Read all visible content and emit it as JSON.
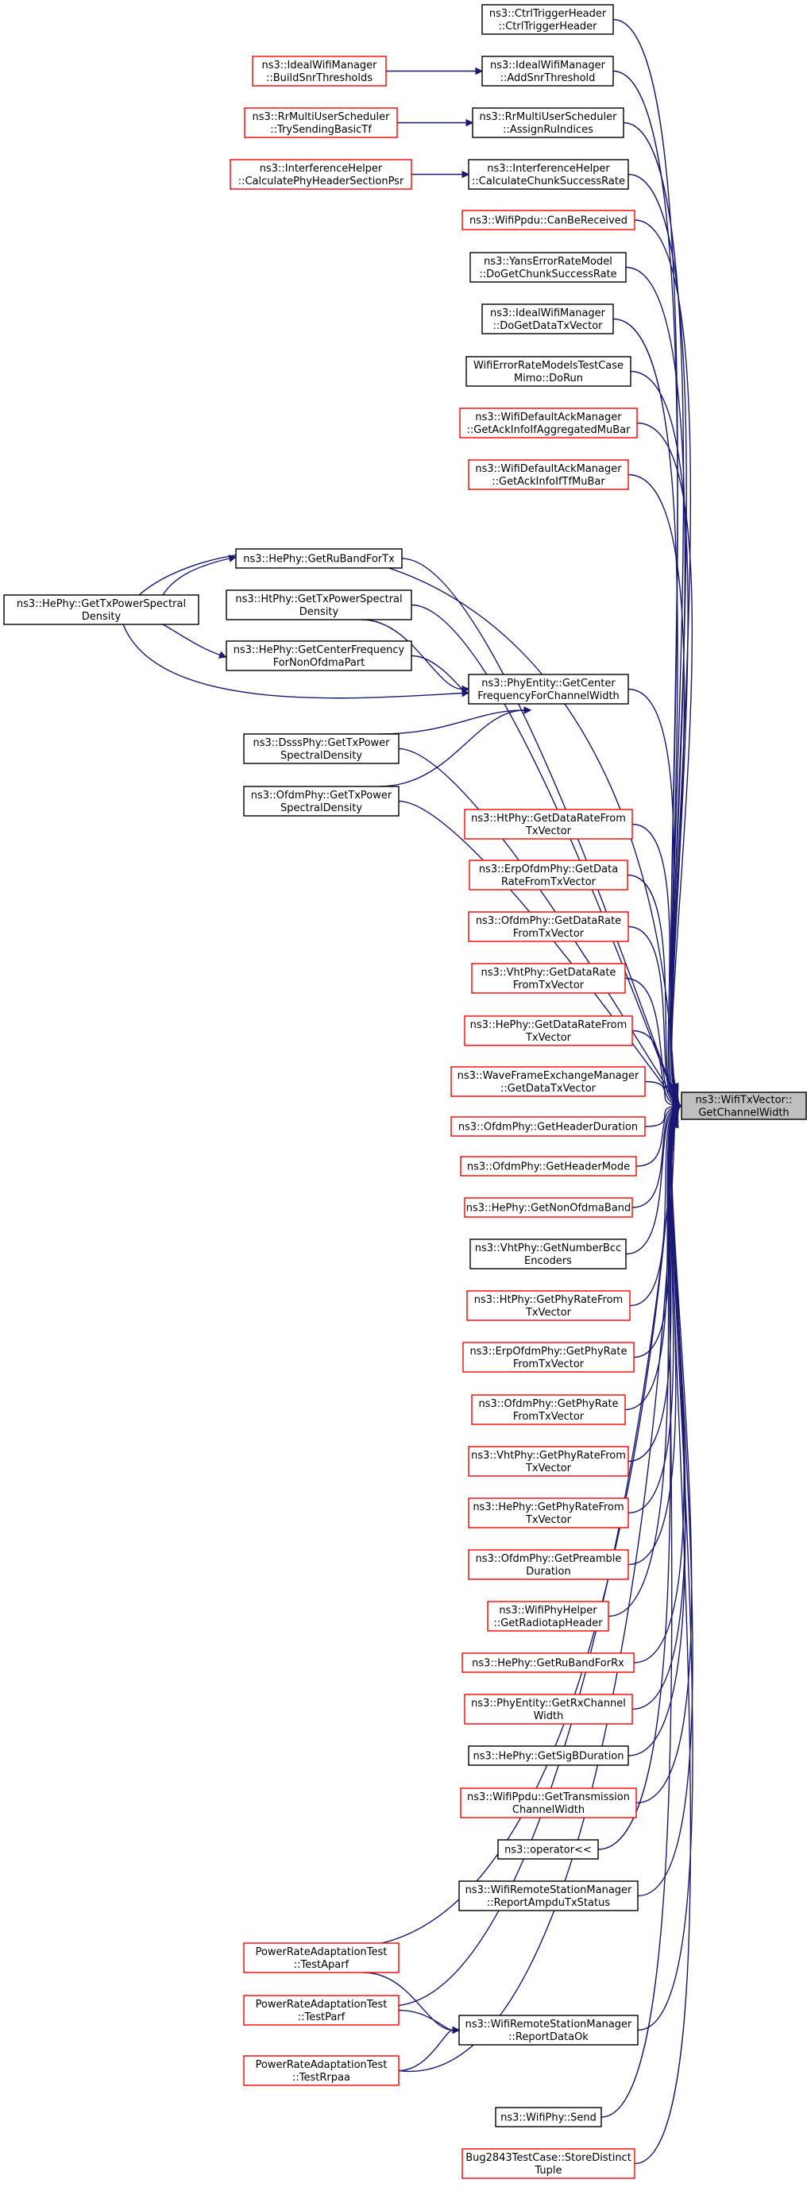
{
  "diagram": {
    "kind": "doxygen-caller-graph",
    "colors": {
      "edge": "#191970",
      "node_border_documented": "#000000",
      "node_border_undocumented": "#ff0000",
      "node_fill": "#ffffff",
      "target_fill": "#bfbfbf",
      "text": "#000000"
    },
    "target": {
      "id": "target",
      "lines": [
        "ns3::WifiTxVector::",
        "GetChannelWidth"
      ]
    },
    "nodes": [
      {
        "id": "n_ctrltrigger",
        "lines": [
          "ns3::CtrlTriggerHeader",
          "::CtrlTriggerHeader"
        ],
        "border": "black"
      },
      {
        "id": "n_addsnr",
        "lines": [
          "ns3::IdealWifiManager",
          "::AddSnrThreshold"
        ],
        "border": "black"
      },
      {
        "id": "n_buildsnr",
        "lines": [
          "ns3::IdealWifiManager",
          "::BuildSnrThresholds"
        ],
        "border": "red"
      },
      {
        "id": "n_assignru",
        "lines": [
          "ns3::RrMultiUserScheduler",
          "::AssignRuIndices"
        ],
        "border": "black"
      },
      {
        "id": "n_trysending",
        "lines": [
          "ns3::RrMultiUserScheduler",
          "::TrySendingBasicTf"
        ],
        "border": "red"
      },
      {
        "id": "n_calcchunk",
        "lines": [
          "ns3::InterferenceHelper",
          "::CalculateChunkSuccessRate"
        ],
        "border": "black"
      },
      {
        "id": "n_calcphyhdr",
        "lines": [
          "ns3::InterferenceHelper",
          "::CalculatePhyHeaderSectionPsr"
        ],
        "border": "red"
      },
      {
        "id": "n_canbereceived",
        "lines": [
          "ns3::WifiPpdu::CanBeReceived"
        ],
        "border": "red"
      },
      {
        "id": "n_yans",
        "lines": [
          "ns3::YansErrorRateModel",
          "::DoGetChunkSuccessRate"
        ],
        "border": "black"
      },
      {
        "id": "n_idealdata",
        "lines": [
          "ns3::IdealWifiManager",
          "::DoGetDataTxVector"
        ],
        "border": "black"
      },
      {
        "id": "n_errmodels",
        "lines": [
          "WifiErrorRateModelsTestCase",
          "Mimo::DoRun"
        ],
        "border": "black"
      },
      {
        "id": "n_ackaggr",
        "lines": [
          "ns3::WifiDefaultAckManager",
          "::GetAckInfoIfAggregatedMuBar"
        ],
        "border": "red"
      },
      {
        "id": "n_acktf",
        "lines": [
          "ns3::WifiDefaultAckManager",
          "::GetAckInfoIfTfMuBar"
        ],
        "border": "red"
      },
      {
        "id": "n_hepsd",
        "lines": [
          "ns3::HePhy::GetTxPowerSpectral",
          "Density"
        ],
        "border": "black"
      },
      {
        "id": "n_heruband",
        "lines": [
          "ns3::HePhy::GetRuBandForTx"
        ],
        "border": "black"
      },
      {
        "id": "n_htpsd",
        "lines": [
          "ns3::HtPhy::GetTxPowerSpectral",
          "Density"
        ],
        "border": "black"
      },
      {
        "id": "n_hecenter",
        "lines": [
          "ns3::HePhy::GetCenterFrequency",
          "ForNonOfdmaPart"
        ],
        "border": "black"
      },
      {
        "id": "n_phyentity",
        "lines": [
          "ns3::PhyEntity::GetCenter",
          "FrequencyForChannelWidth"
        ],
        "border": "black"
      },
      {
        "id": "n_dssspsd",
        "lines": [
          "ns3::DsssPhy::GetTxPower",
          "SpectralDensity"
        ],
        "border": "black"
      },
      {
        "id": "n_ofdmpsd",
        "lines": [
          "ns3::OfdmPhy::GetTxPower",
          "SpectralDensity"
        ],
        "border": "black"
      },
      {
        "id": "n_htdatarate",
        "lines": [
          "ns3::HtPhy::GetDataRateFrom",
          "TxVector"
        ],
        "border": "red"
      },
      {
        "id": "n_erpdatarate",
        "lines": [
          "ns3::ErpOfdmPhy::GetData",
          "RateFromTxVector"
        ],
        "border": "red"
      },
      {
        "id": "n_ofdmdatarate",
        "lines": [
          "ns3::OfdmPhy::GetDataRate",
          "FromTxVector"
        ],
        "border": "red"
      },
      {
        "id": "n_vhtdatarate",
        "lines": [
          "ns3::VhtPhy::GetDataRate",
          "FromTxVector"
        ],
        "border": "red"
      },
      {
        "id": "n_hedatarate",
        "lines": [
          "ns3::HePhy::GetDataRateFrom",
          "TxVector"
        ],
        "border": "red"
      },
      {
        "id": "n_wave",
        "lines": [
          "ns3::WaveFrameExchangeManager",
          "::GetDataTxVector"
        ],
        "border": "red"
      },
      {
        "id": "n_ofdmhdrdur",
        "lines": [
          "ns3::OfdmPhy::GetHeaderDuration"
        ],
        "border": "red"
      },
      {
        "id": "n_ofdmhdrmode",
        "lines": [
          "ns3::OfdmPhy::GetHeaderMode"
        ],
        "border": "red"
      },
      {
        "id": "n_henonofdma",
        "lines": [
          "ns3::HePhy::GetNonOfdmaBand"
        ],
        "border": "red"
      },
      {
        "id": "n_vhtbcc",
        "lines": [
          "ns3::VhtPhy::GetNumberBcc",
          "Encoders"
        ],
        "border": "black"
      },
      {
        "id": "n_htphyrate",
        "lines": [
          "ns3::HtPhy::GetPhyRateFrom",
          "TxVector"
        ],
        "border": "red"
      },
      {
        "id": "n_erpphyrate",
        "lines": [
          "ns3::ErpOfdmPhy::GetPhyRate",
          "FromTxVector"
        ],
        "border": "red"
      },
      {
        "id": "n_ofdmphyrate",
        "lines": [
          "ns3::OfdmPhy::GetPhyRate",
          "FromTxVector"
        ],
        "border": "red"
      },
      {
        "id": "n_vhtphyrate",
        "lines": [
          "ns3::VhtPhy::GetPhyRateFrom",
          "TxVector"
        ],
        "border": "red"
      },
      {
        "id": "n_hephyrate",
        "lines": [
          "ns3::HePhy::GetPhyRateFrom",
          "TxVector"
        ],
        "border": "red"
      },
      {
        "id": "n_ofdmpreamble",
        "lines": [
          "ns3::OfdmPhy::GetPreamble",
          "Duration"
        ],
        "border": "red"
      },
      {
        "id": "n_radiotap",
        "lines": [
          "ns3::WifiPhyHelper",
          "::GetRadiotapHeader"
        ],
        "border": "red"
      },
      {
        "id": "n_herubandrx",
        "lines": [
          "ns3::HePhy::GetRuBandForRx"
        ],
        "border": "red"
      },
      {
        "id": "n_rxchannel",
        "lines": [
          "ns3::PhyEntity::GetRxChannel",
          "Width"
        ],
        "border": "red"
      },
      {
        "id": "n_sigb",
        "lines": [
          "ns3::HePhy::GetSigBDuration"
        ],
        "border": "black"
      },
      {
        "id": "n_transwidth",
        "lines": [
          "ns3::WifiPpdu::GetTransmission",
          "ChannelWidth"
        ],
        "border": "red"
      },
      {
        "id": "n_operator",
        "lines": [
          "ns3::operator<<"
        ],
        "border": "black"
      },
      {
        "id": "n_ampdu",
        "lines": [
          "ns3::WifiRemoteStationManager",
          "::ReportAmpduTxStatus"
        ],
        "border": "black"
      },
      {
        "id": "n_testaparf",
        "lines": [
          "PowerRateAdaptationTest",
          "::TestAparf"
        ],
        "border": "red"
      },
      {
        "id": "n_testparf",
        "lines": [
          "PowerRateAdaptationTest",
          "::TestParf"
        ],
        "border": "red"
      },
      {
        "id": "n_reportdataok",
        "lines": [
          "ns3::WifiRemoteStationManager",
          "::ReportDataOk"
        ],
        "border": "black"
      },
      {
        "id": "n_testrrpaa",
        "lines": [
          "PowerRateAdaptationTest",
          "::TestRrpaa"
        ],
        "border": "red"
      },
      {
        "id": "n_send",
        "lines": [
          "ns3::WifiPhy::Send"
        ],
        "border": "black"
      },
      {
        "id": "n_bug2843",
        "lines": [
          "Bug2843TestCase::StoreDistinct",
          "Tuple"
        ],
        "border": "red"
      }
    ],
    "edges": [
      [
        "n_buildsnr",
        "n_addsnr"
      ],
      [
        "n_trysending",
        "n_assignru"
      ],
      [
        "n_calcphyhdr",
        "n_calcchunk"
      ],
      [
        "n_hepsd",
        "n_heruband"
      ],
      [
        "n_hepsd",
        "n_hecenter"
      ],
      [
        "n_hepsd",
        "n_phyentity"
      ],
      [
        "n_hepsd",
        "target"
      ],
      [
        "n_htpsd",
        "n_phyentity"
      ],
      [
        "n_hecenter",
        "n_phyentity"
      ],
      [
        "n_dssspsd",
        "n_phyentity"
      ],
      [
        "n_ofdmpsd",
        "n_phyentity"
      ],
      [
        "n_testaparf",
        "n_reportdataok"
      ],
      [
        "n_testparf",
        "n_reportdataok"
      ],
      [
        "n_testrrpaa",
        "n_reportdataok"
      ],
      [
        "n_ctrltrigger",
        "target"
      ],
      [
        "n_addsnr",
        "target"
      ],
      [
        "n_assignru",
        "target"
      ],
      [
        "n_calcchunk",
        "target"
      ],
      [
        "n_canbereceived",
        "target"
      ],
      [
        "n_yans",
        "target"
      ],
      [
        "n_idealdata",
        "target"
      ],
      [
        "n_errmodels",
        "target"
      ],
      [
        "n_ackaggr",
        "target"
      ],
      [
        "n_acktf",
        "target"
      ],
      [
        "n_heruband",
        "target"
      ],
      [
        "n_htpsd",
        "target"
      ],
      [
        "n_phyentity",
        "target"
      ],
      [
        "n_dssspsd",
        "target"
      ],
      [
        "n_ofdmpsd",
        "target"
      ],
      [
        "n_htdatarate",
        "target"
      ],
      [
        "n_erpdatarate",
        "target"
      ],
      [
        "n_ofdmdatarate",
        "target"
      ],
      [
        "n_vhtdatarate",
        "target"
      ],
      [
        "n_hedatarate",
        "target"
      ],
      [
        "n_wave",
        "target"
      ],
      [
        "n_ofdmhdrdur",
        "target"
      ],
      [
        "n_ofdmhdrmode",
        "target"
      ],
      [
        "n_henonofdma",
        "target"
      ],
      [
        "n_vhtbcc",
        "target"
      ],
      [
        "n_htphyrate",
        "target"
      ],
      [
        "n_erpphyrate",
        "target"
      ],
      [
        "n_ofdmphyrate",
        "target"
      ],
      [
        "n_vhtphyrate",
        "target"
      ],
      [
        "n_hephyrate",
        "target"
      ],
      [
        "n_ofdmpreamble",
        "target"
      ],
      [
        "n_radiotap",
        "target"
      ],
      [
        "n_herubandrx",
        "target"
      ],
      [
        "n_rxchannel",
        "target"
      ],
      [
        "n_sigb",
        "target"
      ],
      [
        "n_transwidth",
        "target"
      ],
      [
        "n_operator",
        "target"
      ],
      [
        "n_ampdu",
        "target"
      ],
      [
        "n_reportdataok",
        "target"
      ],
      [
        "n_testaparf",
        "target"
      ],
      [
        "n_testparf",
        "target"
      ],
      [
        "n_testrrpaa",
        "target"
      ],
      [
        "n_send",
        "target"
      ],
      [
        "n_bug2843",
        "target"
      ]
    ]
  }
}
